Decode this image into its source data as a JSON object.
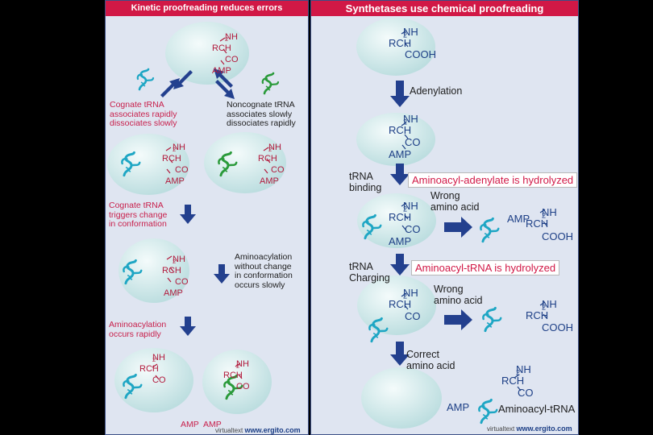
{
  "left_panel": {
    "title": "Kinetic proofreading reduces errors",
    "cognate_label": [
      "Cognate tRNA",
      "associates rapidly",
      "dissociates slowly"
    ],
    "noncognate_label": [
      "Noncognate tRNA",
      "associates slowly",
      "dissociates rapidly"
    ],
    "triggers_label": [
      "Cognate tRNA",
      "triggers change",
      "in conformation"
    ],
    "slow_label": [
      "Aminoacylation",
      "without change",
      "in conformation",
      "occurs slowly"
    ],
    "rapid_label": [
      "Aminoacylation",
      "occurs rapidly"
    ],
    "amp_bottom_1": "AMP",
    "amp_bottom_2": "AMP",
    "credit_prefix": "virtualtext",
    "credit_site": "www.ergito.com"
  },
  "right_panel": {
    "title": "Synthetases use chemical proofreading",
    "adenylation_label": "Adenylation",
    "trna_binding_label": [
      "tRNA",
      "binding"
    ],
    "hydrolyzed_box_1": "Aminoacyl-adenylate is hydrolyzed",
    "wrong_label_1": [
      "Wrong",
      "amino acid"
    ],
    "amp_released": "AMP",
    "trna_charging_label": [
      "tRNA",
      "Charging"
    ],
    "hydrolyzed_box_2": "Aminoacyl-tRNA is hydrolyzed",
    "wrong_label_2": [
      "Wrong",
      "amino acid"
    ],
    "correct_label": [
      "Correct",
      "amino acid"
    ],
    "amp_final": "AMP",
    "product_label": "Aminoacyl-tRNA",
    "credit_prefix": "virtualtext",
    "credit_site": "www.ergito.com"
  },
  "chem": {
    "nh2": "NH",
    "nh2_sub": "2",
    "rch": "RCH",
    "co": "CO",
    "cooh": "COOH",
    "amp": "AMP"
  },
  "colors": {
    "banner": "#d11846",
    "panel_bg": "#dfe5f1",
    "enzyme": "#cfe7e9",
    "arrow": "#23408e",
    "cognate_trna": "#1ea6c4",
    "noncognate_trna": "#2a9a3a",
    "red_text": "#c8204c",
    "blue_text": "#1d3f86"
  }
}
